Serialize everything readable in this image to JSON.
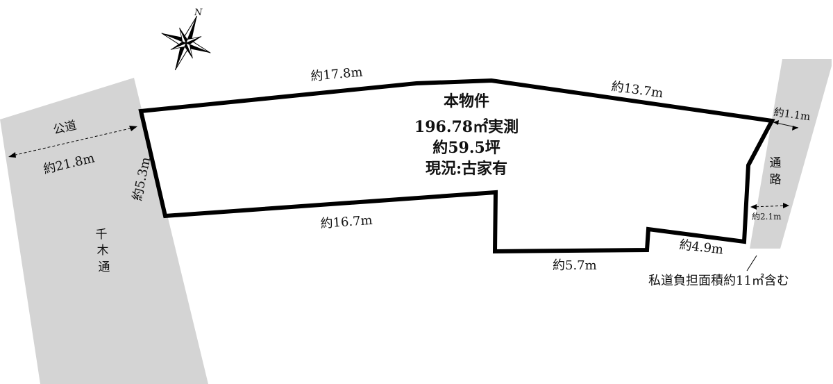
{
  "compass": {
    "north_label": "N"
  },
  "property": {
    "lines": [
      "本物件",
      "196.78㎡実測",
      "約59.5坪",
      "現況:古家有"
    ]
  },
  "dimensions": {
    "top_left": "約17.8m",
    "top_right": "約13.7m",
    "left_side": "約5.3m",
    "bottom_left": "約16.7m",
    "bottom_middle": "約5.7m",
    "bottom_right": "約4.9m",
    "passage_width_top": "約1.1m",
    "passage_width_bottom": "約2.1m",
    "road_width": "約21.8m"
  },
  "roads": {
    "public_road": "公道",
    "senbon_street": [
      "千",
      "木",
      "通"
    ],
    "passage": [
      "通",
      "路"
    ]
  },
  "notes": {
    "private_road": "私道負担面積約11㎡含む"
  },
  "colors": {
    "road_fill": "#d4d4d4",
    "boundary": "#000000"
  }
}
